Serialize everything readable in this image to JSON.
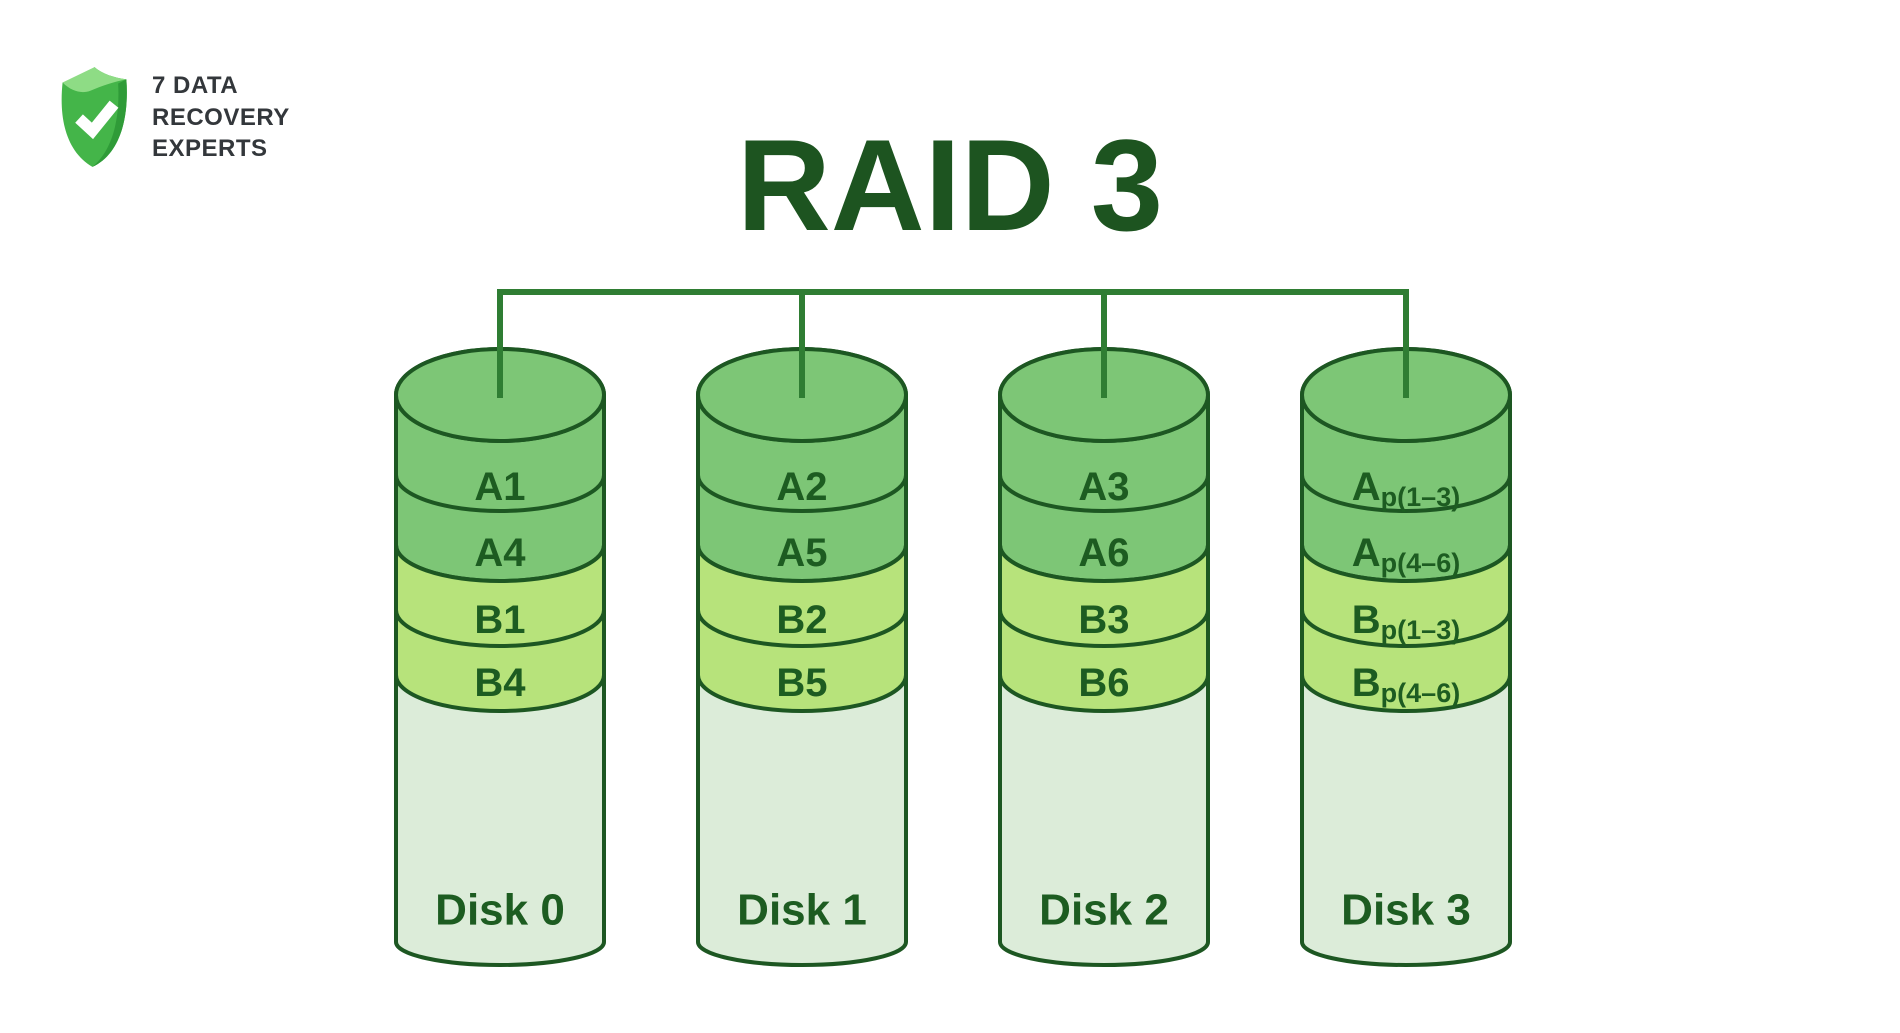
{
  "logo": {
    "lines": [
      "7 DATA",
      "RECOVERY",
      "EXPERTS"
    ]
  },
  "title": {
    "text": "RAID 3"
  },
  "colors": {
    "background": "#ffffff",
    "title": "#1d5420",
    "logo_text": "#33373b",
    "outline": "#1d5722",
    "label": "#1d5c21",
    "segment_a": "#7dc676",
    "segment_b": "#b7e37b",
    "disk_body": "#dcecd9",
    "connector": "#2f7d33",
    "shield_main": "#44b549",
    "shield_light": "#8edc85",
    "shield_dark": "#2f9b38",
    "check": "#ffffff"
  },
  "diagram": {
    "disks": [
      {
        "name": "Disk 0",
        "segments": [
          {
            "main": "A1",
            "sub": ""
          },
          {
            "main": "A4",
            "sub": ""
          },
          {
            "main": "B1",
            "sub": ""
          },
          {
            "main": "B4",
            "sub": ""
          }
        ]
      },
      {
        "name": "Disk 1",
        "segments": [
          {
            "main": "A2",
            "sub": ""
          },
          {
            "main": "A5",
            "sub": ""
          },
          {
            "main": "B2",
            "sub": ""
          },
          {
            "main": "B5",
            "sub": ""
          }
        ]
      },
      {
        "name": "Disk 2",
        "segments": [
          {
            "main": "A3",
            "sub": ""
          },
          {
            "main": "A6",
            "sub": ""
          },
          {
            "main": "B3",
            "sub": ""
          },
          {
            "main": "B6",
            "sub": ""
          }
        ]
      },
      {
        "name": "Disk 3",
        "segments": [
          {
            "main": "A",
            "sub": "p(1–3)"
          },
          {
            "main": "A",
            "sub": "p(4–6)"
          },
          {
            "main": "B",
            "sub": "p(1–3)"
          },
          {
            "main": "B",
            "sub": "p(4–6)"
          }
        ]
      }
    ]
  }
}
